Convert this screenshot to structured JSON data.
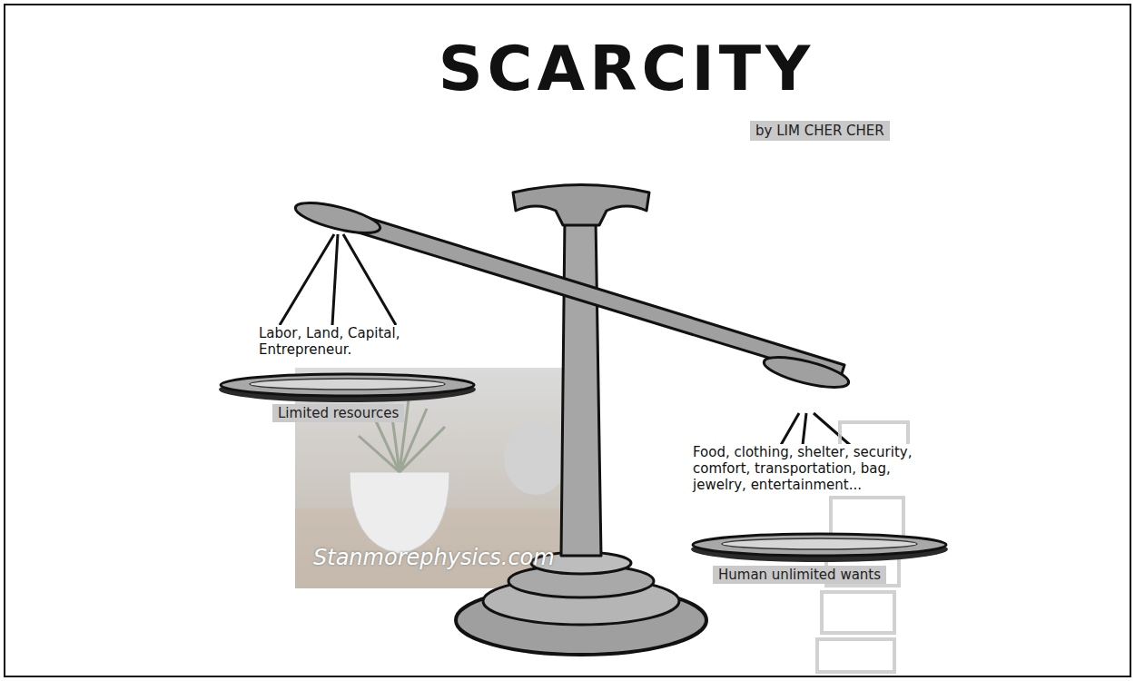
{
  "diagram": {
    "title": "SCARCITY",
    "nodes": [
      {
        "text": [
          "Labor, Land, Capital, Entrepreneur.",
          "Limited resources"
        ]
      },
      {
        "text": [
          "Food, clothing, shelter, security, comfort, transportation, bag, jewelry, entertainment...",
          "Human unlimited wants"
        ]
      }
    ],
    "labels": [
      "by LIM CHER CHER",
      "Stanmorephysics.com"
    ]
  }
}
